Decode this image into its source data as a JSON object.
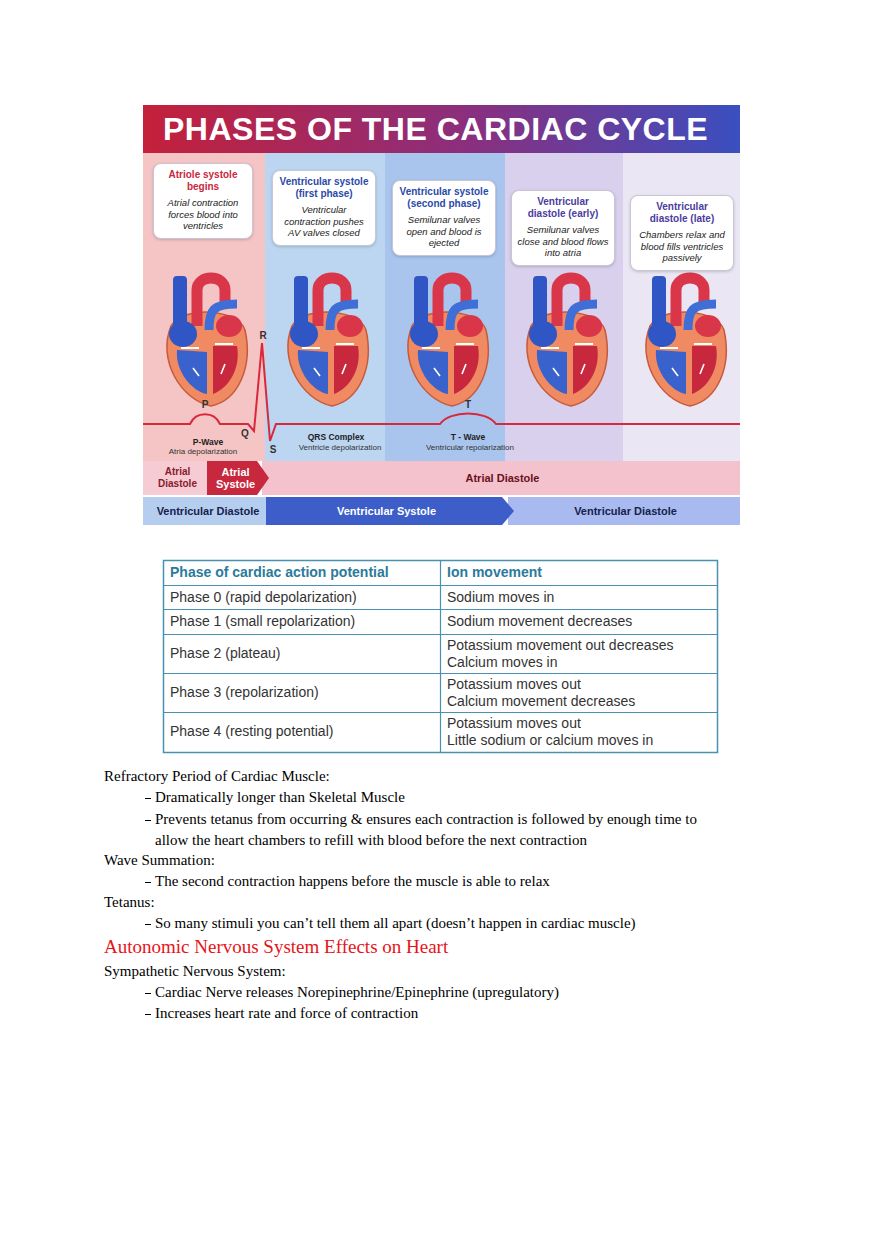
{
  "diagram": {
    "title": "PHASES OF THE CARDIAC CYCLE",
    "nodes": [
      {
        "text": [
          "Atriole systole begins",
          "Atrial contraction forces blood into ventricles"
        ]
      },
      {
        "text": [
          "Ventricular systole (first phase)",
          "Ventricular contraction pushes AV valves closed"
        ]
      },
      {
        "text": [
          "Ventricular systole (second phase)",
          "Semilunar valves open and blood is ejected"
        ]
      },
      {
        "text": [
          "Ventricular diastole (early)",
          "Semilunar valves close and blood flows into atria"
        ]
      },
      {
        "text": [
          "Ventricular diastole (late)",
          "Chambers relax and blood fills ventricles passively"
        ]
      },
      {
        "text": [
          "Atrial Diastole"
        ]
      },
      {
        "text": [
          "Atrial Systole"
        ]
      },
      {
        "text": [
          "Atrial Diastole"
        ]
      },
      {
        "text": [
          "Ventricular Diastole"
        ]
      },
      {
        "text": [
          "Ventricular Systole"
        ]
      },
      {
        "text": [
          "Ventricular Diastole"
        ]
      }
    ],
    "labels": [
      "R",
      "P",
      "P-Wave",
      "Atria depolarization",
      "Q",
      "S",
      "QRS Complex",
      "Ventricle depolarization",
      "T",
      "T - Wave",
      "Ventricular repolarization",
      "Phase of cardiac action potential",
      "Ion movement",
      "Phase 0 (rapid depolarization)",
      "Sodium moves in",
      "Phase 1 (small repolarization)",
      "Sodium movement decreases",
      "Phase 2 (plateau)",
      "Potassium movement out decreases",
      "Calcium moves in",
      "Phase 3 (repolarization)",
      "Potassium moves out",
      "Calcium movement decreases",
      "Phase 4 (resting potential)",
      "Potassium moves out",
      "Little sodium or calcium moves in",
      "Refractory Period of Cardiac Muscle:",
      "Dramatically longer than Skeletal Muscle",
      "Prevents tetanus from occurring & ensures each contraction is followed by enough time to allow the heart chambers to refill with blood before the next contraction",
      "Wave Summation:",
      "The second contraction happens before the muscle is able to relax",
      "Tetanus:",
      "So many stimuli you can’t tell them all apart (doesn’t happen in cardiac muscle)",
      "Autonomic Nervous System Effects on Heart",
      "Sympathetic Nervous System:",
      "Cardiac Nerve releases Norepinephrine/Epinephrine (upregulatory)",
      "Increases heart rate and force of contraction"
    ]
  }
}
